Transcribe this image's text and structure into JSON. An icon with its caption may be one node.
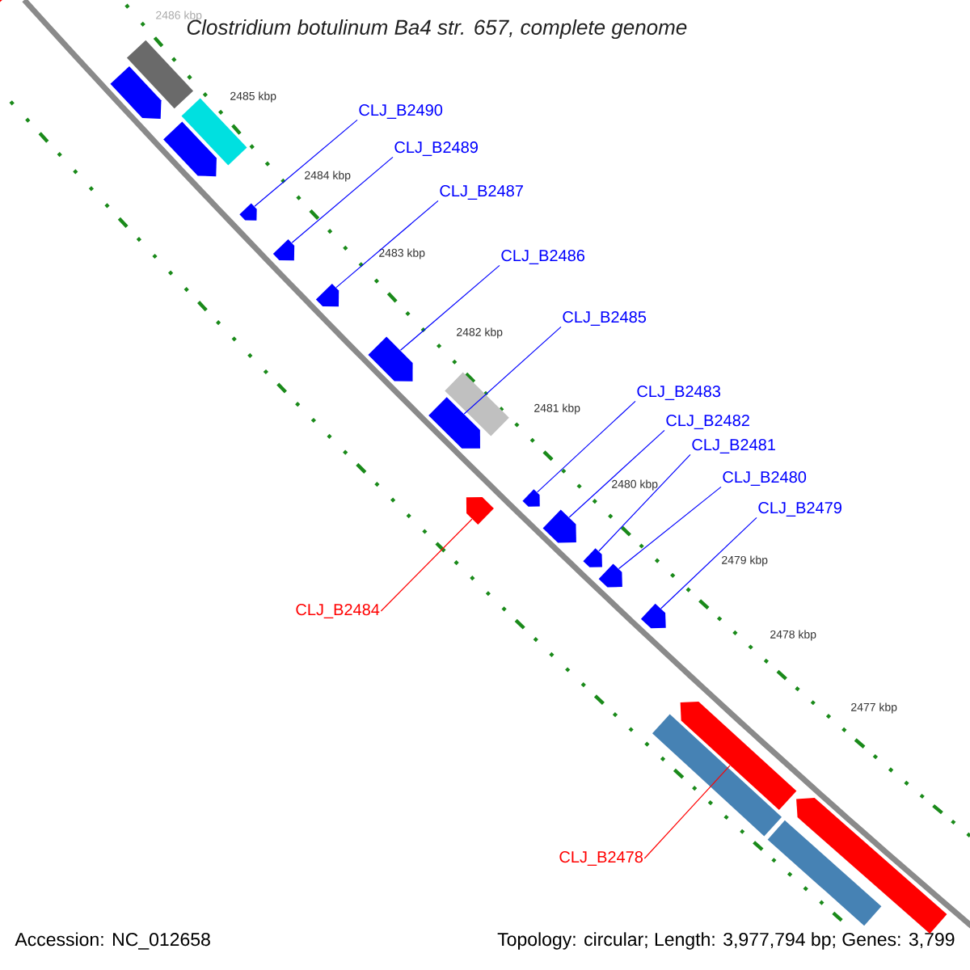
{
  "diagram": {
    "title": "Clostridium botulinum Ba4 str. 657, complete genome",
    "nodes": [
      {
        "text": [
          "CLJ_B2490"
        ]
      },
      {
        "text": [
          "CLJ_B2489"
        ]
      },
      {
        "text": [
          "CLJ_B2487"
        ]
      },
      {
        "text": [
          "CLJ_B2486"
        ]
      },
      {
        "text": [
          "CLJ_B2485"
        ]
      },
      {
        "text": [
          "CLJ_B2483"
        ]
      },
      {
        "text": [
          "CLJ_B2482"
        ]
      },
      {
        "text": [
          "CLJ_B2481"
        ]
      },
      {
        "text": [
          "CLJ_B2480"
        ]
      },
      {
        "text": [
          "CLJ_B2479"
        ]
      },
      {
        "text": [
          "CLJ_B2484"
        ]
      },
      {
        "text": [
          "CLJ_B2478"
        ]
      },
      {
        "text": [],
        "shape": "arrow"
      },
      {
        "text": [],
        "shape": "arrow"
      },
      {
        "text": [],
        "shape": "box"
      },
      {
        "text": [],
        "shape": "arrow"
      },
      {
        "text": [],
        "shape": "box"
      },
      {
        "text": [],
        "shape": "arrow"
      },
      {
        "text": [],
        "shape": "arrow"
      },
      {
        "text": [],
        "shape": "arrow"
      },
      {
        "text": [],
        "shape": "arrow"
      },
      {
        "text": [],
        "shape": "arrow"
      },
      {
        "text": [],
        "shape": "box"
      },
      {
        "text": [],
        "shape": "arrow"
      },
      {
        "text": [],
        "shape": "arrow"
      },
      {
        "text": [],
        "shape": "arrow"
      },
      {
        "text": [],
        "shape": "arrow"
      },
      {
        "text": [],
        "shape": "arrow"
      },
      {
        "text": [],
        "shape": "arrow"
      },
      {
        "text": [],
        "shape": "box"
      },
      {
        "text": [],
        "shape": "arrow"
      },
      {
        "text": [],
        "shape": "box"
      },
      {
        "text": [],
        "shape": "arrow"
      }
    ],
    "edges": [
      {
        "from": 0,
        "to": 17,
        "arrow": "none"
      },
      {
        "from": 1,
        "to": 18,
        "arrow": "none"
      },
      {
        "from": 2,
        "to": 19,
        "arrow": "none"
      },
      {
        "from": 3,
        "to": 20,
        "arrow": "none"
      },
      {
        "from": 4,
        "to": 21,
        "arrow": "none"
      },
      {
        "from": 5,
        "to": 24,
        "arrow": "none"
      },
      {
        "from": 6,
        "to": 25,
        "arrow": "none"
      },
      {
        "from": 7,
        "to": 26,
        "arrow": "none"
      },
      {
        "from": 8,
        "to": 27,
        "arrow": "none"
      },
      {
        "from": 9,
        "to": 28,
        "arrow": "none"
      },
      {
        "from": 10,
        "to": 23,
        "arrow": "none",
        "color": "#ff0000"
      },
      {
        "from": 11,
        "to": 30,
        "arrow": "none",
        "color": "#ff0000"
      }
    ],
    "labels": [
      "2486 kbp",
      "2485 kbp",
      "2484 kbp",
      "2483 kbp",
      "2482 kbp",
      "2481 kbp",
      "2480 kbp",
      "2479 kbp",
      "2478 kbp",
      "2477 kbp",
      "Accession: NC_012658",
      "Topology: circular; Length: 3,977,794 bp; Genes: 3,799"
    ]
  }
}
